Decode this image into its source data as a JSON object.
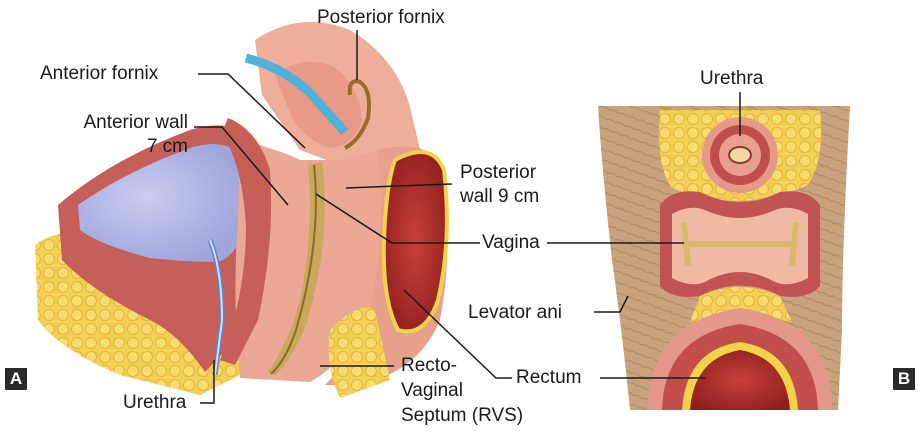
{
  "labels": {
    "posterior_fornix": "Posterior fornix",
    "anterior_fornix": "Anterior fornix",
    "anterior_wall": "Anterior wall",
    "anterior_wall_len": "7 cm",
    "posterior": "Posterior",
    "posterior_wall_len": "wall 9 cm",
    "vagina": "Vagina",
    "rectum": "Rectum",
    "recto_1": "Recto-",
    "recto_2": "Vaginal",
    "recto_3": "Septum (RVS)",
    "urethra_a": "Urethra",
    "urethra_b": "Urethra",
    "levator_ani": "Levator ani"
  },
  "panels": {
    "a": "A",
    "b": "B"
  },
  "colors": {
    "muscle": "#e8a08e",
    "muscle_dark": "#c96a62",
    "fat": "#f6d45c",
    "bladder": "#b9bde8",
    "lumen_blue": "#5bb8d8",
    "rectum": "#b8312e",
    "levator": "#c8a07c",
    "mucosa": "#d8b86a"
  }
}
